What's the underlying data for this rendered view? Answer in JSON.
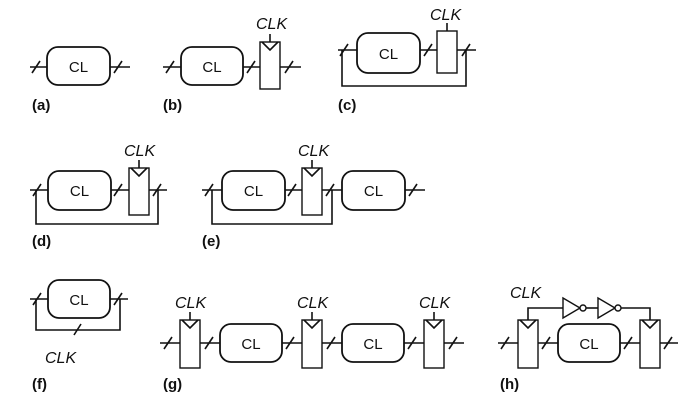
{
  "labels": {
    "a": "(a)",
    "b": "(b)",
    "c": "(c)",
    "d": "(d)",
    "e": "(e)",
    "f": "(f)",
    "g": "(g)",
    "h": "(h)"
  },
  "clock_text": "CLK",
  "logic_text": "CL"
}
